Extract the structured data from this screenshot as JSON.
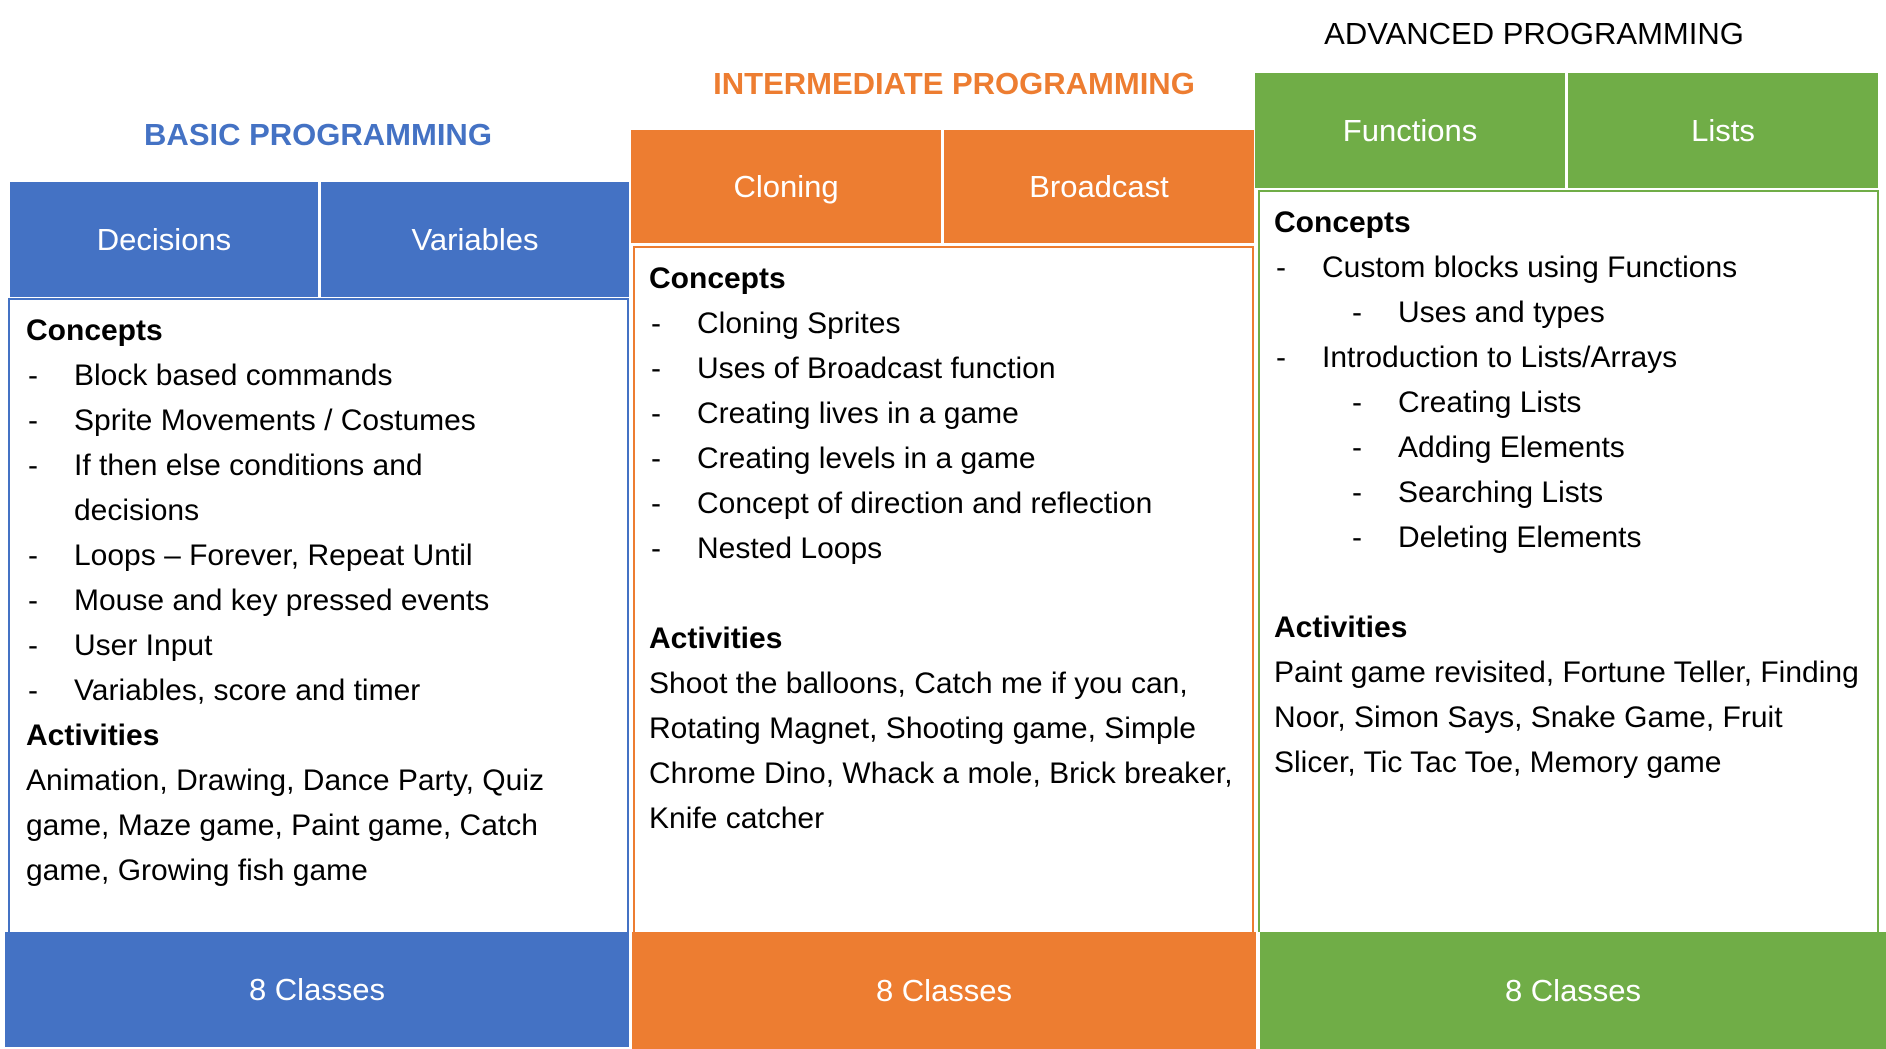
{
  "colors": {
    "basic": "#4472C4",
    "intermediate": "#ED7D31",
    "advanced": "#70AD47",
    "advanced_title": "#000000"
  },
  "columns": [
    {
      "id": "basic",
      "title": "BASIC PROGRAMMING",
      "tabs": [
        "Decisions",
        "Variables"
      ],
      "concepts_heading": "Concepts",
      "concepts": [
        {
          "text": "Block based commands",
          "level": 1
        },
        {
          "text": "Sprite Movements / Costumes",
          "level": 1
        },
        {
          "text": "If then else conditions and decisions",
          "level": 1
        },
        {
          "text": "Loops – Forever, Repeat Until",
          "level": 1
        },
        {
          "text": "Mouse and key pressed events",
          "level": 1
        },
        {
          "text": "User Input",
          "level": 1
        },
        {
          "text": "Variables, score and timer",
          "level": 1
        }
      ],
      "activities_heading": "Activities",
      "activities": "Animation, Drawing, Dance Party, Quiz game, Maze game, Paint game, Catch game, Growing fish game",
      "classes": "8 Classes"
    },
    {
      "id": "intermediate",
      "title": "INTERMEDIATE PROGRAMMING",
      "tabs": [
        "Cloning",
        "Broadcast"
      ],
      "concepts_heading": "Concepts",
      "concepts": [
        {
          "text": "Cloning Sprites",
          "level": 1
        },
        {
          "text": "Uses of Broadcast function",
          "level": 1
        },
        {
          "text": "Creating lives in a game",
          "level": 1
        },
        {
          "text": "Creating levels in a game",
          "level": 1
        },
        {
          "text": "Concept of direction and reflection",
          "level": 1
        },
        {
          "text": "Nested Loops",
          "level": 1
        }
      ],
      "activities_heading": "Activities",
      "activities": "Shoot the balloons, Catch me if you can, Rotating Magnet, Shooting game, Simple Chrome Dino, Whack a mole, Brick breaker, Knife catcher",
      "classes": "8 Classes"
    },
    {
      "id": "advanced",
      "title": "ADVANCED PROGRAMMING",
      "tabs": [
        "Functions",
        "Lists"
      ],
      "concepts_heading": "Concepts",
      "concepts": [
        {
          "text": "Custom blocks using Functions",
          "level": 1
        },
        {
          "text": "Uses and types",
          "level": 2
        },
        {
          "text": "Introduction to Lists/Arrays",
          "level": 1
        },
        {
          "text": "Creating Lists",
          "level": 2
        },
        {
          "text": "Adding Elements",
          "level": 2
        },
        {
          "text": "Searching Lists",
          "level": 2
        },
        {
          "text": "Deleting Elements",
          "level": 2
        }
      ],
      "activities_heading": "Activities",
      "activities": "Paint game revisited, Fortune Teller, Finding Noor, Simon Says, Snake Game, Fruit Slicer, Tic Tac Toe, Memory game",
      "classes": "8 Classes"
    }
  ]
}
